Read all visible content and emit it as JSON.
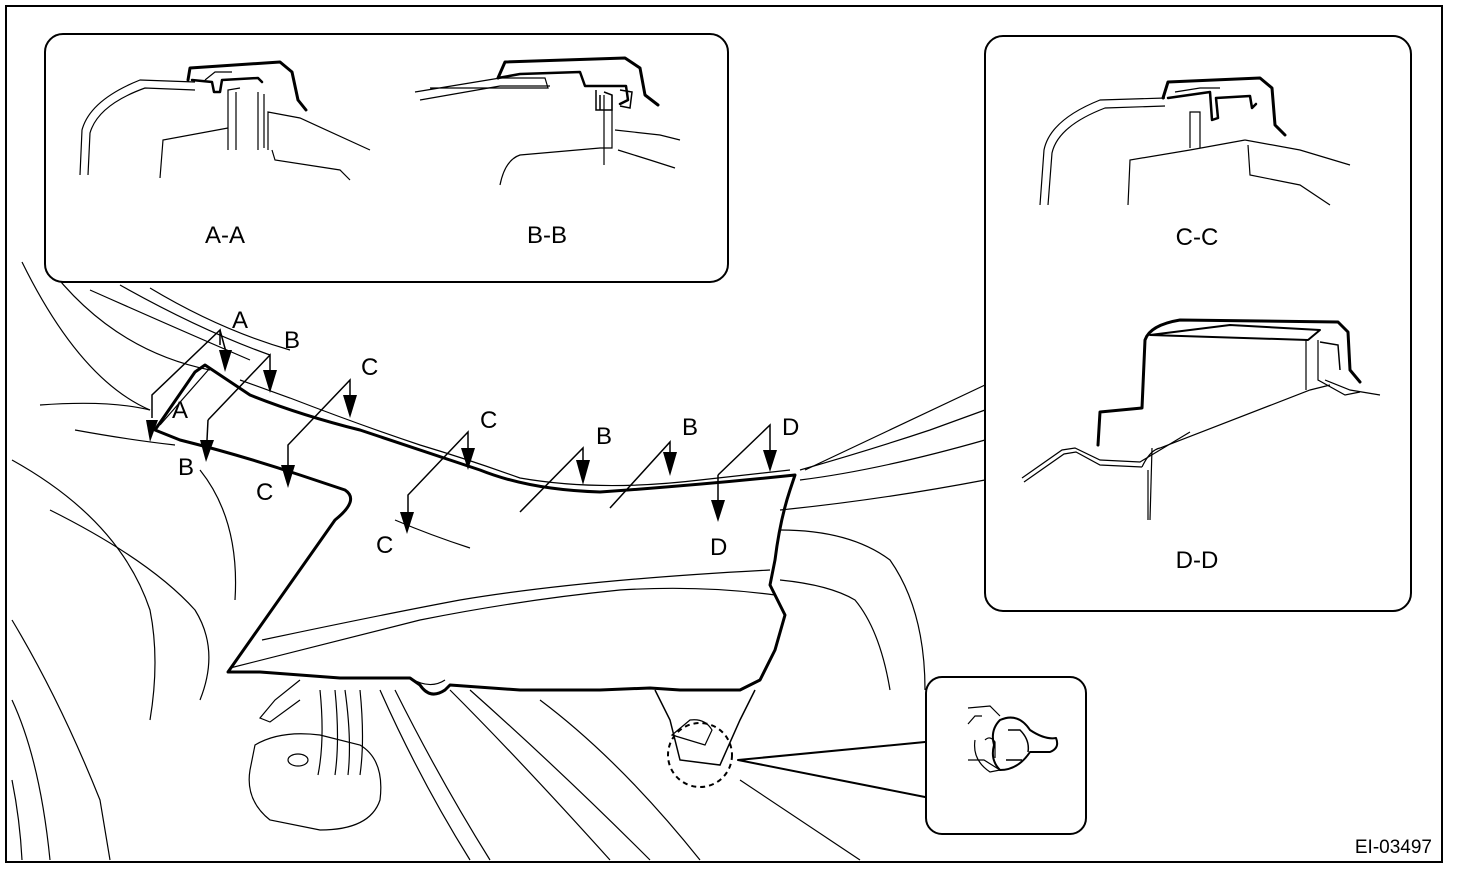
{
  "figure_code": "EI-03497",
  "section_views": {
    "aa": "A-A",
    "bb": "B-B",
    "cc": "C-C",
    "dd": "D-D"
  },
  "cut_markers": {
    "a_top": "A",
    "a_bottom": "A",
    "b1_top": "B",
    "b1_bottom": "B",
    "c1_top": "C",
    "c1_bottom": "C",
    "c2_top": "C",
    "c2_bottom": "C",
    "b2": "B",
    "b3": "B",
    "d_top": "D",
    "d_bottom": "D"
  }
}
